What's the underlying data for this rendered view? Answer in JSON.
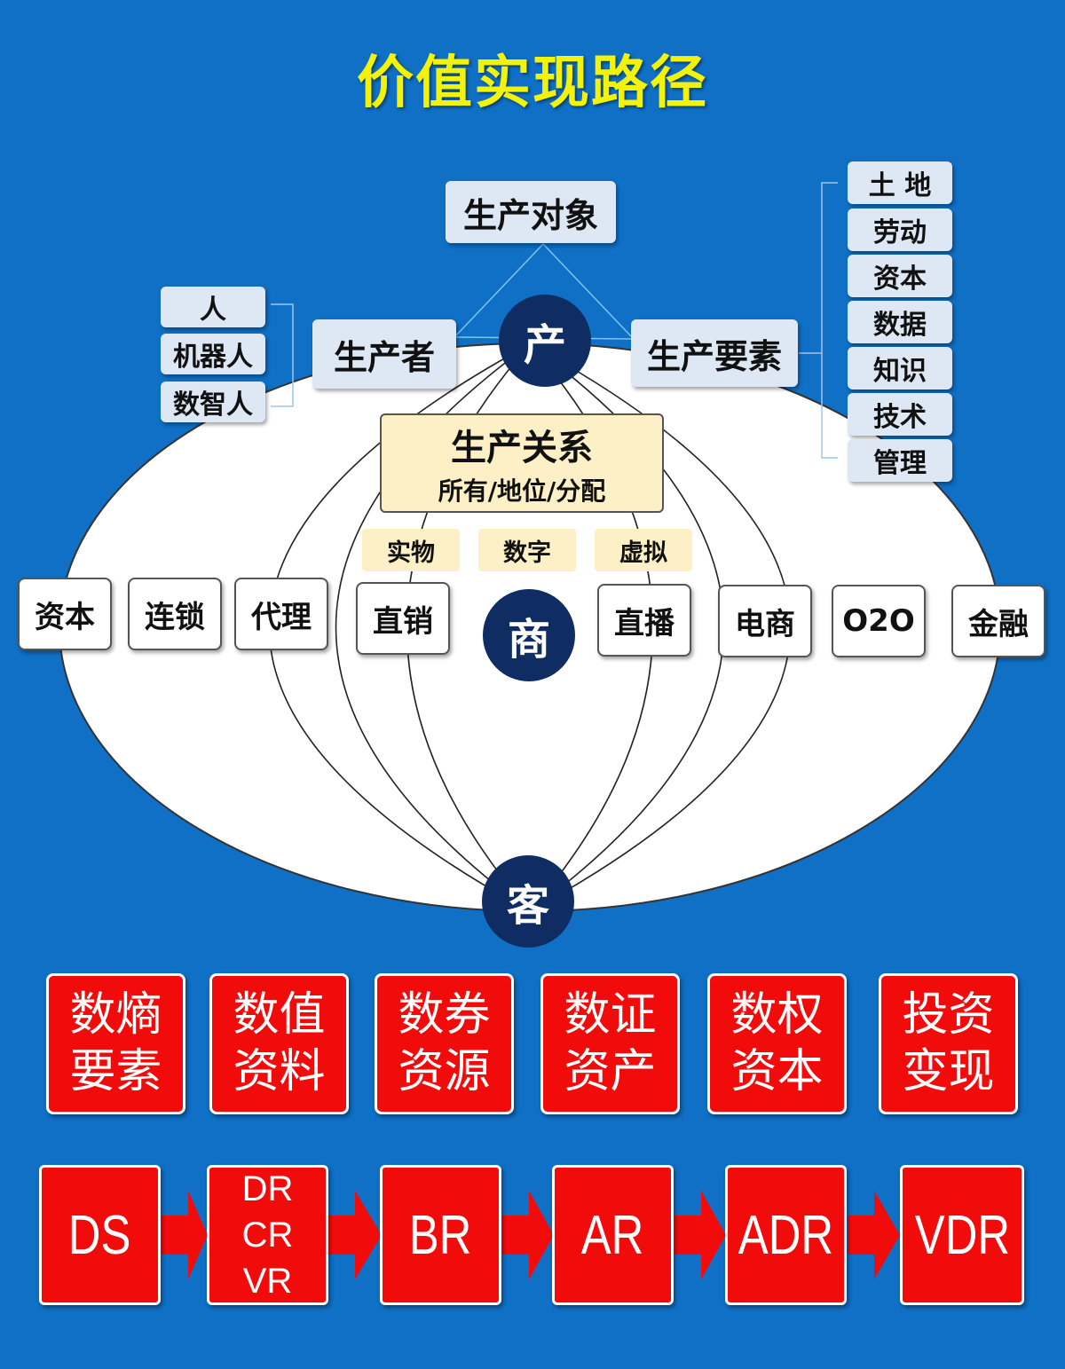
{
  "title": "价值实现路径",
  "object": "生产对象",
  "producer": "生产者",
  "factors_title": "生产要素",
  "producers": [
    "人",
    "机器人",
    "数智人"
  ],
  "factors": [
    "土 地",
    "劳动",
    "资本",
    "数据",
    "知识",
    "技术",
    "管理"
  ],
  "relation": {
    "title": "生产关系",
    "subtitle": "所有/地位/分配"
  },
  "forms": [
    "实物",
    "数字",
    "虚拟"
  ],
  "circles": {
    "chan": "产",
    "shang": "商",
    "ke": "客"
  },
  "channels": [
    "资本",
    "连锁",
    "代理",
    "直销",
    "直播",
    "电商",
    "O2O",
    "金融"
  ],
  "stages": [
    {
      "line1": "数熵",
      "line2": "要素"
    },
    {
      "line1": "数值",
      "line2": "资料"
    },
    {
      "line1": "数券",
      "line2": "资源"
    },
    {
      "line1": "数证",
      "line2": "资产"
    },
    {
      "line1": "数权",
      "line2": "资本"
    },
    {
      "line1": "投资",
      "line2": "变现"
    }
  ],
  "codes": {
    "ds": "DS",
    "stack": [
      "DR",
      "CR",
      "VR"
    ],
    "br": "BR",
    "ar": "AR",
    "adr": "ADR",
    "vdr": "VDR"
  },
  "colors": {
    "background": "#0f70c6",
    "title": "#f2f20a",
    "red": "#f20b0b",
    "navy": "#0f2d62"
  }
}
